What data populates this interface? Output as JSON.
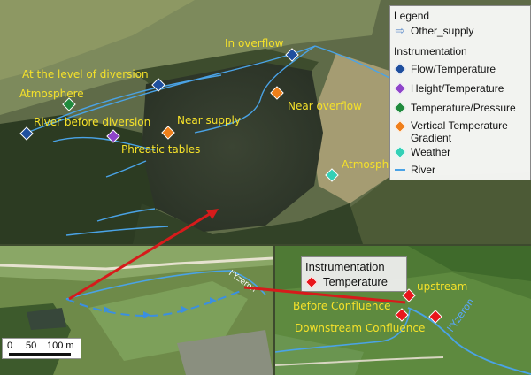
{
  "main_map": {
    "labels": {
      "in_overflow": "In overflow",
      "at_level_diversion": "At the level of diversion",
      "atmosphere_left": "Atmosphere",
      "river_before_diversion": "River before diversion",
      "near_supply": "Near supply",
      "phreatic_tables": "Phreatic tables",
      "near_overflow": "Near overflow",
      "atmosphere_right": "Atmosph"
    }
  },
  "legend": {
    "title": "Legend",
    "other_supply": "Other_supply",
    "instrumentation_title": "Instrumentation",
    "items": [
      {
        "label": "Flow/Temperature",
        "color": "#1f4f9e"
      },
      {
        "label": "Height/Temperature",
        "color": "#8e44c9"
      },
      {
        "label": "Temperature/Pressure",
        "color": "#1f8a3c"
      },
      {
        "label": "Vertical Temperature Gradient",
        "color": "#ef7f1a"
      },
      {
        "label": "Weather",
        "color": "#34d0b6"
      }
    ],
    "river_label": "River",
    "river_color": "#4aa3e6",
    "supply_color": "#5b8ac9"
  },
  "inset_left": {
    "river_label": "l'Yzeron",
    "scale": {
      "zero": "0",
      "mid": "50",
      "end": "100 m"
    }
  },
  "inset_right": {
    "legend_title": "Instrumentation",
    "legend_item": "Temperature",
    "marker_color": "#e8161b",
    "labels": {
      "upstream": "upstream",
      "before_confluence": "Before Confluence",
      "downstream_confluence": "Downstream Confluence",
      "river": "l'Yzeron"
    }
  },
  "connector_color": "#d61b1b"
}
